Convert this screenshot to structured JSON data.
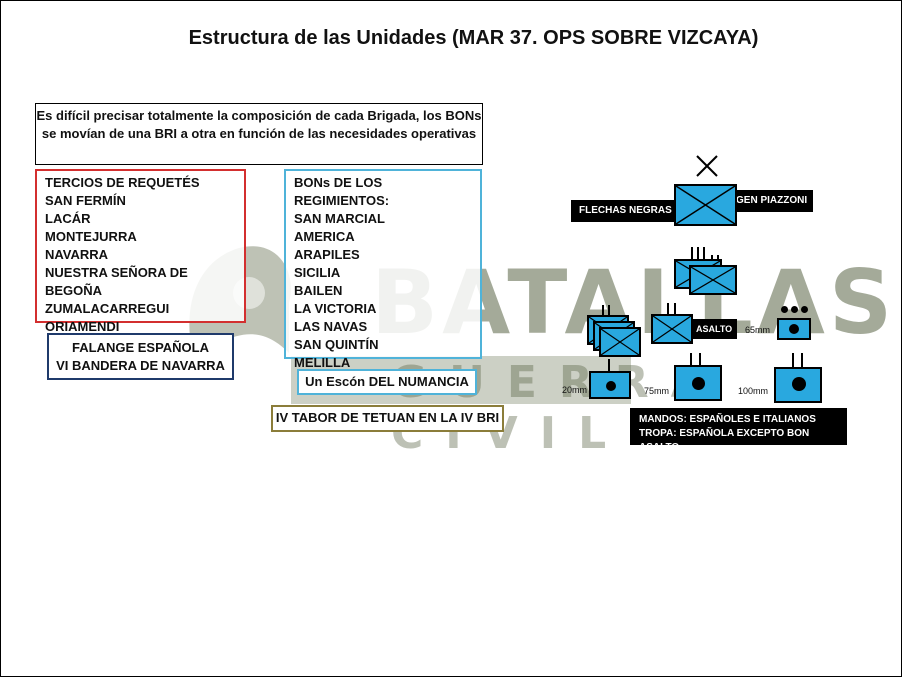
{
  "title": "Estructura de las Unidades (MAR 37. OPS SOBRE VIZCAYA)",
  "note": "Es difícil precisar totalmente la composición de cada Brigada, los BONs se movían de una BRI a otra en función de las necesidades operativas",
  "requetes": {
    "items": [
      "TERCIOS DE REQUETÉS",
      "SAN FERMÍN",
      "LACÁR",
      "MONTEJURRA",
      "NAVARRA",
      "NUESTRA SEÑORA DE BEGOÑA",
      "ZUMALACARREGUI",
      "ORIAMENDI"
    ],
    "border_color": "#d32f2f"
  },
  "regimientos": {
    "items": [
      "BONs DE LOS REGIMIENTOS:",
      "SAN MARCIAL",
      "AMERICA",
      "ARAPILES",
      "SICILIA",
      "BAILEN",
      "LA VICTORIA",
      "LAS NAVAS",
      "SAN QUINTÍN",
      "MELILLA"
    ],
    "border_color": "#4fb3d9"
  },
  "falange": {
    "line1": "FALANGE ESPAÑOLA",
    "line2": "VI BANDERA DE NAVARRA"
  },
  "escon": "Un Escón DEL NUMANCIA",
  "tabor": "IV TABOR DE TETUAN EN LA IV BRI",
  "watermark": {
    "line1": "BATALLAS",
    "line2": "GUERRA CIVIL"
  },
  "diagram": {
    "hq_label": "FLECHAS NEGRAS",
    "commander": "GEN PIAZZONI",
    "assault_label": "ASALTO",
    "cal_20": "20mm",
    "cal_65": "65mm",
    "cal_75": "75mm",
    "cal_100": "100mm",
    "legend_line1": "MANDOS: ESPAÑOLES E ITALIANOS",
    "legend_line2": "TROPA: ESPAÑOLA EXCEPTO BON ASALTO",
    "unit_color": "#29a8df"
  }
}
